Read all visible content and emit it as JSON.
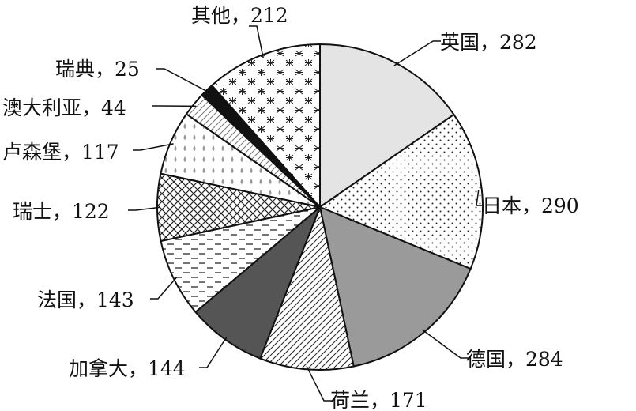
{
  "chart_data": {
    "type": "pie",
    "title": "",
    "slices": [
      {
        "label": "英国",
        "value": 282,
        "text": "英国，282",
        "pattern": "light-gray"
      },
      {
        "label": "日本",
        "value": 290,
        "text": "日本，290",
        "pattern": "dots"
      },
      {
        "label": "德国",
        "value": 284,
        "text": "德国，284",
        "pattern": "mid-gray"
      },
      {
        "label": "荷兰",
        "value": 171,
        "text": "荷兰，171",
        "pattern": "diagonal-lines"
      },
      {
        "label": "加拿大",
        "value": 144,
        "text": "加拿大，144",
        "pattern": "dark-gray"
      },
      {
        "label": "法国",
        "value": 143,
        "text": "法国，143",
        "pattern": "dashes"
      },
      {
        "label": "瑞士",
        "value": 122,
        "text": "瑞士，122",
        "pattern": "crosshatch"
      },
      {
        "label": "卢森堡",
        "value": 117,
        "text": "卢森堡，117",
        "pattern": "droplets"
      },
      {
        "label": "澳大利亚",
        "value": 44,
        "text": "澳大利亚，44",
        "pattern": "light-diagonal"
      },
      {
        "label": "瑞典",
        "value": 25,
        "text": "瑞典，25",
        "pattern": "black"
      },
      {
        "label": "其他",
        "value": 212,
        "text": "其他，212",
        "pattern": "x-marks"
      }
    ],
    "start": "12 o'clock",
    "direction": "clockwise",
    "legend": "none (leader-line labels)"
  }
}
